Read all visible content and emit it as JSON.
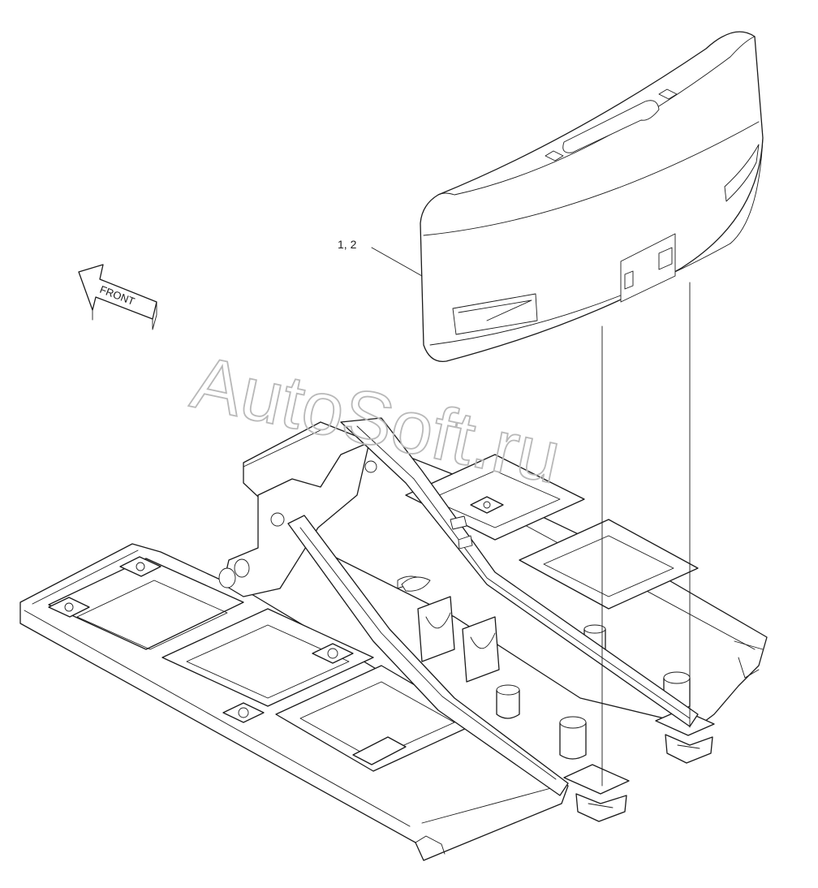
{
  "diagram": {
    "callout_label": "1, 2",
    "direction_label": "FRONT",
    "watermark": "AutoSoft.ru"
  },
  "colors": {
    "line": "#1a1a1a",
    "background": "#ffffff",
    "watermark_stroke": "#b8b8b8"
  }
}
